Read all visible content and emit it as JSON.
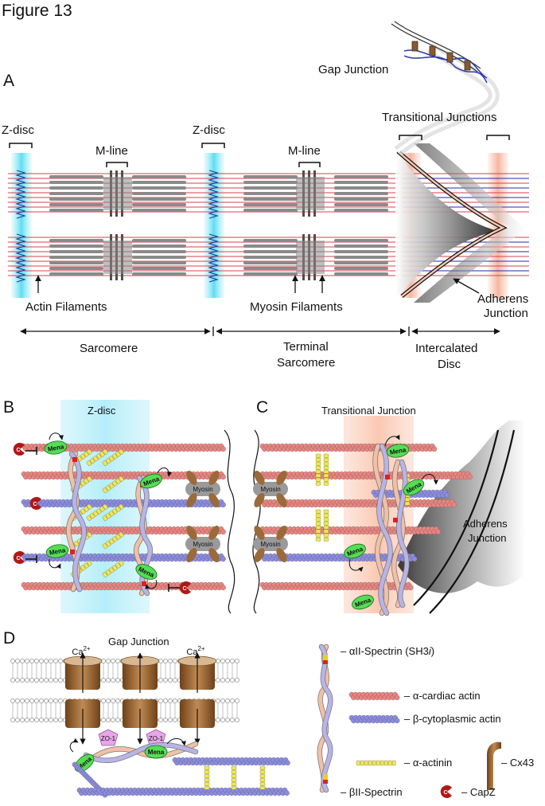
{
  "figure_title": "Figure 13",
  "panel_a": {
    "letter": "A",
    "zdisc_left": "Z-disc",
    "zdisc_mid": "Z-disc",
    "mline_1": "M-line",
    "mline_2": "M-line",
    "gap_junction": "Gap Junction",
    "transitional_junctions": "Transitional Junctions",
    "actin_filaments": "Actin Filaments",
    "myosin_filaments": "Myosin Filaments",
    "adherens_junction_1": "Adherens",
    "adherens_junction_2": "Junction",
    "sarcomere": "Sarcomere",
    "terminal_sarcomere_1": "Terminal",
    "terminal_sarcomere_2": "Sarcomere",
    "intercalated_disc_1": "Intercalated",
    "intercalated_disc_2": "Disc"
  },
  "panel_b": {
    "letter": "B",
    "zdisc": "Z-disc",
    "myosin": "Myosin",
    "mena": "Mena",
    "capz": "C"
  },
  "panel_c": {
    "letter": "C",
    "transitional_junction": "Transitional Junction",
    "adherens_1": "Adherens",
    "adherens_2": "Junction"
  },
  "panel_d": {
    "letter": "D",
    "gap_junction": "Gap Junction",
    "ca": "Ca",
    "ca_sup": "2+",
    "zo1": "ZO-1"
  },
  "legend": {
    "aii_spectrin_prefix": "– αII-Spectrin (SH3",
    "aii_spectrin_i": "i",
    "aii_spectrin_suffix": ")",
    "cardiac_actin": "– α-cardiac actin",
    "cytoplasmic_actin": "– β-cytoplasmic actin",
    "alpha_actinin": "– α-actinin",
    "cx43": "– Cx43",
    "bii_spectrin": "– βII-Spectrin",
    "capz": "– CapZ"
  },
  "colors": {
    "actin_red": "#d8404a",
    "actin_blue": "#2a2ab0",
    "zdisc_cyan": "#6fe0f2",
    "transitional_salmon": "#f7b9a2",
    "myosin_gray": "#8a8a8a",
    "mline_dark": "#505050",
    "mena_green": "#55dd55",
    "capz_red": "#b01818",
    "actinin_yellow": "#f2e84a",
    "cx43_brown": "#8c5a2a",
    "zo1_pink": "#e7a6e7",
    "spectrin_pink": "#f0c0a8",
    "spectrin_lavender": "#b8b4e6",
    "cardiac_actin_bead": "#e98480",
    "cyto_actin_bead": "#8b8be0"
  }
}
